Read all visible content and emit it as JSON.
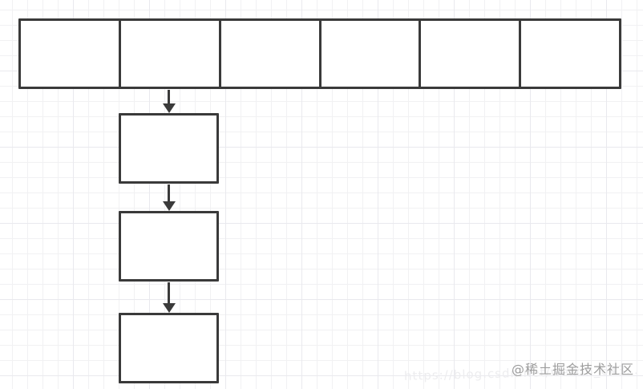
{
  "diagram": {
    "type": "flowchart",
    "description": "array of six empty buckets with a chain of three empty nodes linked by downward arrows from the second bucket",
    "bucket_row": {
      "cells": [
        "",
        "",
        "",
        "",
        "",
        ""
      ]
    },
    "chain": {
      "from_cell_index": 1,
      "boxes": [
        "",
        "",
        ""
      ]
    }
  },
  "watermarks": {
    "community_label": "@稀土掘金技术社区",
    "faint_url": "https://blog.csdn.net/weixin_643…"
  },
  "colors": {
    "box_border": "#3a3a3a",
    "arrow": "#3a3a3a",
    "background": "#ffffff",
    "grid_line": "#f1f1f3",
    "grid_line_major": "#e9e9ee",
    "watermark_gray": "#9d9d9d",
    "watermark_faint": "#ededef"
  }
}
